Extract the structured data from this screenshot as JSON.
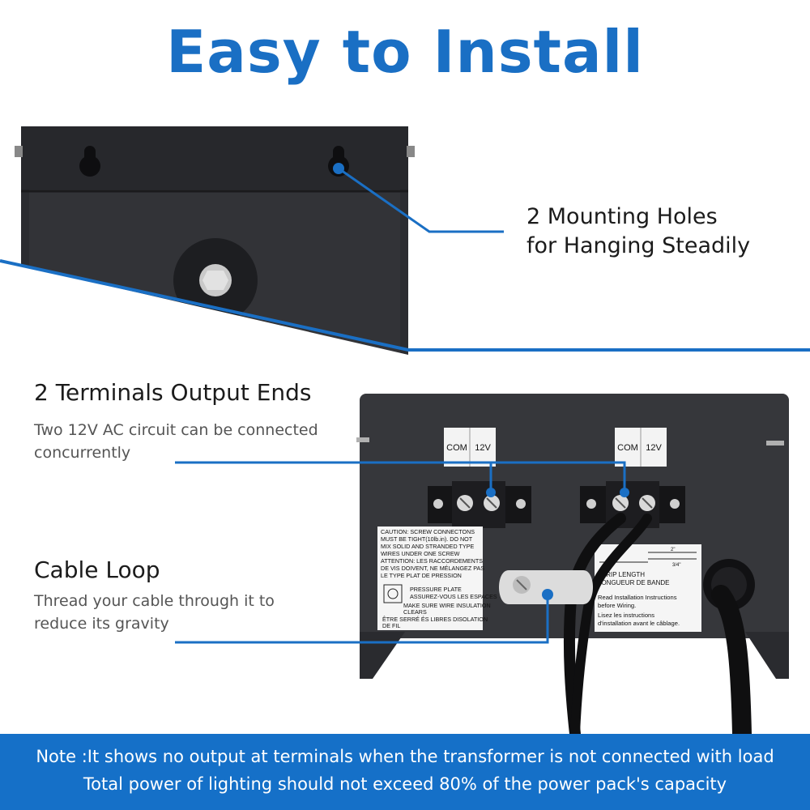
{
  "title": "Easy to Install",
  "mounting": {
    "line1": "2 Mounting Holes",
    "line2": "for Hanging Steadily"
  },
  "terminals": {
    "title": "2 Terminals Output Ends",
    "desc1": "Two 12V AC circuit can be connected",
    "desc2": "concurrently"
  },
  "cable_loop": {
    "title": "Cable Loop",
    "desc1": "Thread your cable through it to",
    "desc2": "reduce its gravity"
  },
  "terminal_labels": {
    "com": "COM",
    "v12": "12V"
  },
  "caution_label": [
    "CAUTION: SCREW CONNECTONS",
    "MUST BE TIGHT(10lb.in). DO NOT",
    "MIX SOLID AND STRANDED TYPE",
    "WIRES UNDER ONE SCREW",
    "ATTENTION: LES RACCORDEMENTS",
    "DE VIS DOIVENT, NE MÉLANGEZ PAS",
    "LE TYPE PLAT DE PRESSION"
  ],
  "pressure_label": [
    "PRESSURE PLATE",
    "ASSUREZ-VOUS LES ESPACES",
    "MAKE SURE WIRE INSULATION",
    "CLEARS",
    "ÊTRE SERRÉ ÉS LIBRES DISOLATION",
    "DE FIL"
  ],
  "strip_label": [
    "STRIP LENGTH",
    "LONGUEUR DE BANDE",
    "Read Installation Instructions",
    "before Wiring.",
    "Lisez les instructions",
    "d'installation avant le câblage."
  ],
  "strip_dims": [
    "2\"",
    "3/4\""
  ],
  "note": {
    "line1": "Note :It shows no output at terminals when the transformer is not connected with load",
    "line2": "Total power of lighting should not exceed 80% of the power pack's capacity"
  },
  "colors": {
    "accent": "#1a6fc4",
    "box": "#2f3034",
    "note_bar": "#1570c8"
  }
}
